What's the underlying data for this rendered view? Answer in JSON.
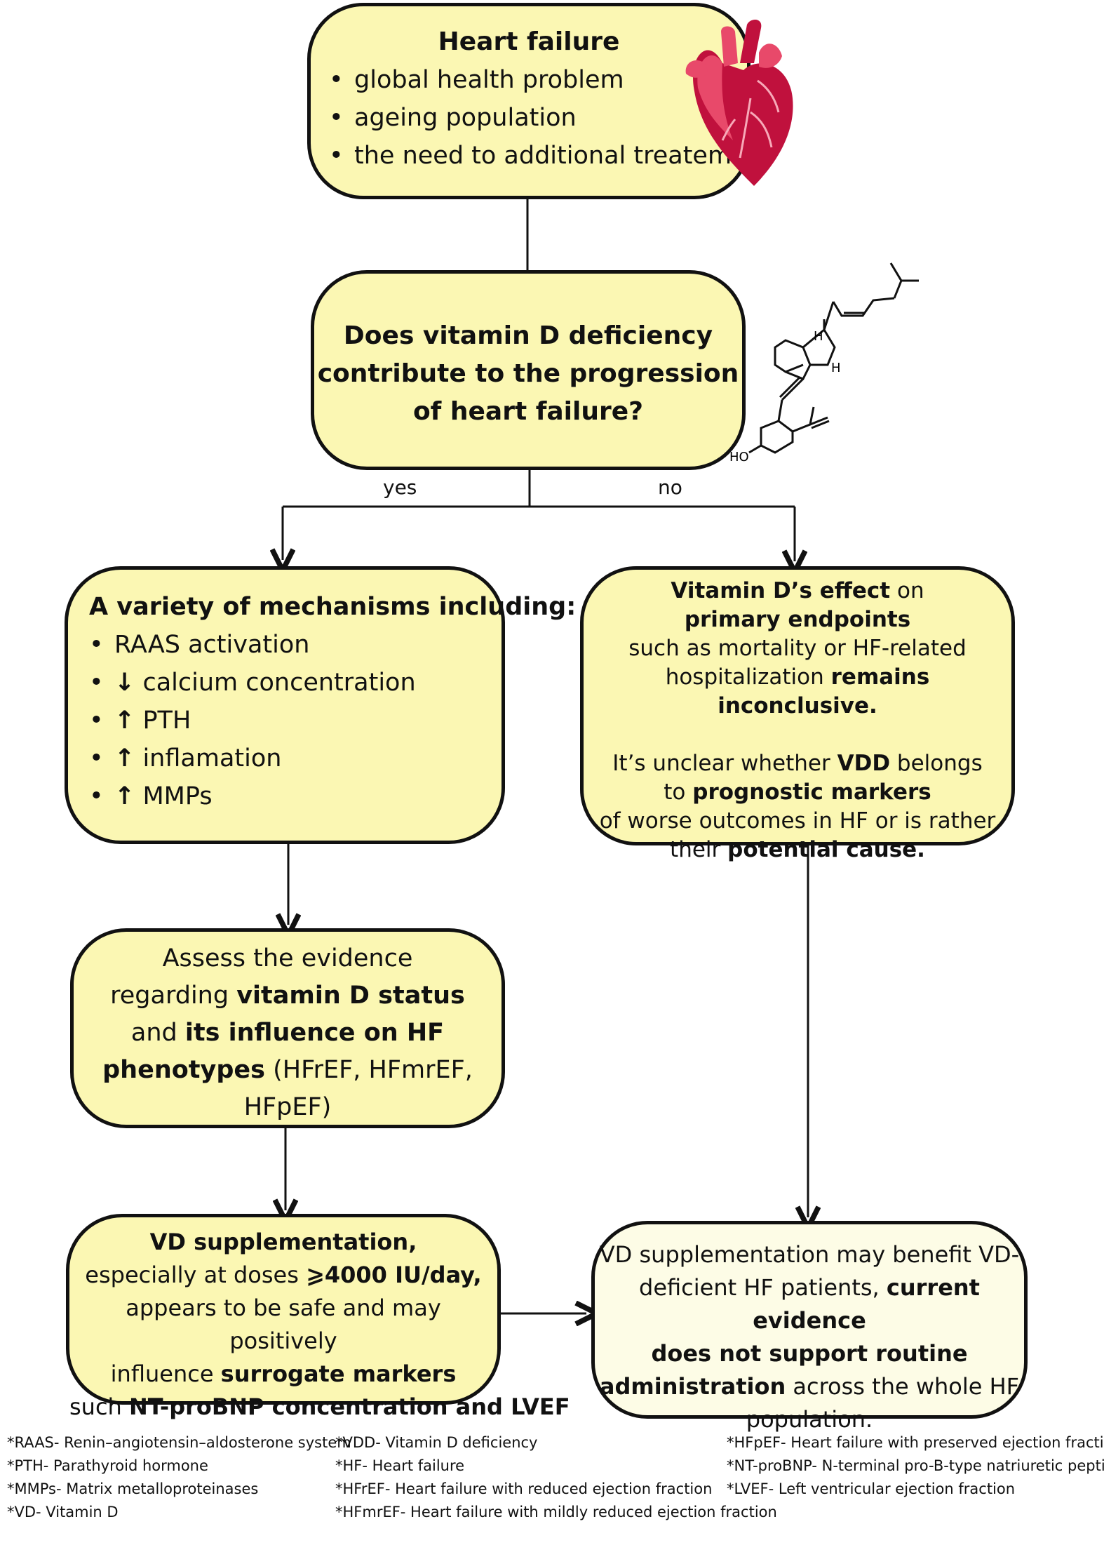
{
  "heart_box": {
    "title": "Heart failure",
    "bullets": [
      "global health problem",
      "ageing population",
      "the need to additional treatement"
    ]
  },
  "question_box": {
    "lines": [
      "Does vitamin D deficiency",
      "contribute to the progression",
      "of heart failure?"
    ]
  },
  "branch_labels": {
    "yes": "yes",
    "no": "no"
  },
  "mechanisms_box": {
    "title": "A variety of mechanisms including:",
    "items": [
      {
        "arrow": "",
        "text": "RAAS activation"
      },
      {
        "arrow": "↓",
        "text": " calcium concentration"
      },
      {
        "arrow": "↑",
        "text": " PTH"
      },
      {
        "arrow": "↑",
        "text": " inflamation"
      },
      {
        "arrow": "↑",
        "text": " MMPs"
      }
    ]
  },
  "vitd_effect_box": {
    "p1_l1_a": "Vitamin D’s effect",
    "p1_l1_b": " on",
    "p1_l2": "primary endpoints",
    "p1_l3": "such as mortality or HF-related",
    "p1_l4_a": "hospitalization ",
    "p1_l4_b": "remains inconclusive.",
    "p2_l1_a": "It’s unclear whether ",
    "p2_l1_b": "VDD",
    "p2_l1_c": " belongs",
    "p2_l2_a": "to ",
    "p2_l2_b": "prognostic markers",
    "p2_l3": "of worse outcomes in HF or is rather",
    "p2_l4_a": "their ",
    "p2_l4_b": "potential cause."
  },
  "assess_box": {
    "l1": "Assess the evidence",
    "l2_a": "regarding ",
    "l2_b": "vitamin D status",
    "l3_a": "and ",
    "l3_b": "its influence on HF",
    "l4_a": "phenotypes",
    "l4_b": " (HFrEF, HFmrEF,",
    "l5": "HFpEF)"
  },
  "supplement_box": {
    "l1": "VD supplementation,",
    "l2_a": "especially at doses ",
    "l2_b": "⩾4000 IU/day,",
    "l3": "appears to be safe and may positively",
    "l4_a": "influence ",
    "l4_b": "surrogate markers",
    "l5_a": "such ",
    "l5_b": "NT-proBNP concentration and LVEF"
  },
  "benefit_box": {
    "l1": "VD supplementation may benefit VD-",
    "l2_a": "deficient HF patients, ",
    "l2_b": "current evidence",
    "l3": "does not support routine",
    "l4_a": "administration",
    "l4_b": " across the whole HF",
    "l5": "population."
  },
  "molecule": {
    "label_ho": "HO",
    "label_h1": "H",
    "label_h2": "H"
  },
  "legend": {
    "col1": [
      "*RAAS- Renin–angiotensin–aldosterone system",
      "*PTH- Parathyroid hormone",
      "*MMPs- Matrix metalloproteinases",
      "*VD- Vitamin D"
    ],
    "col2": [
      "*VDD- Vitamin D deficiency",
      "*HF- Heart failure",
      "*HFrEF- Heart failure with reduced ejection fraction",
      "*HFmrEF- Heart failure with mildly reduced ejection fraction"
    ],
    "col3": [
      "*HFpEF- Heart failure with preserved ejection fraction",
      "*NT-proBNP- N-terminal pro-B-type natriuretic peptide",
      "*LVEF- Left ventricular ejection fraction"
    ]
  },
  "colors": {
    "box_fill": "#fbf7b3",
    "benefit_fill": "#fdfce6",
    "stroke": "#111111",
    "heart_dark": "#c0113d",
    "heart_light": "#e8496a"
  }
}
